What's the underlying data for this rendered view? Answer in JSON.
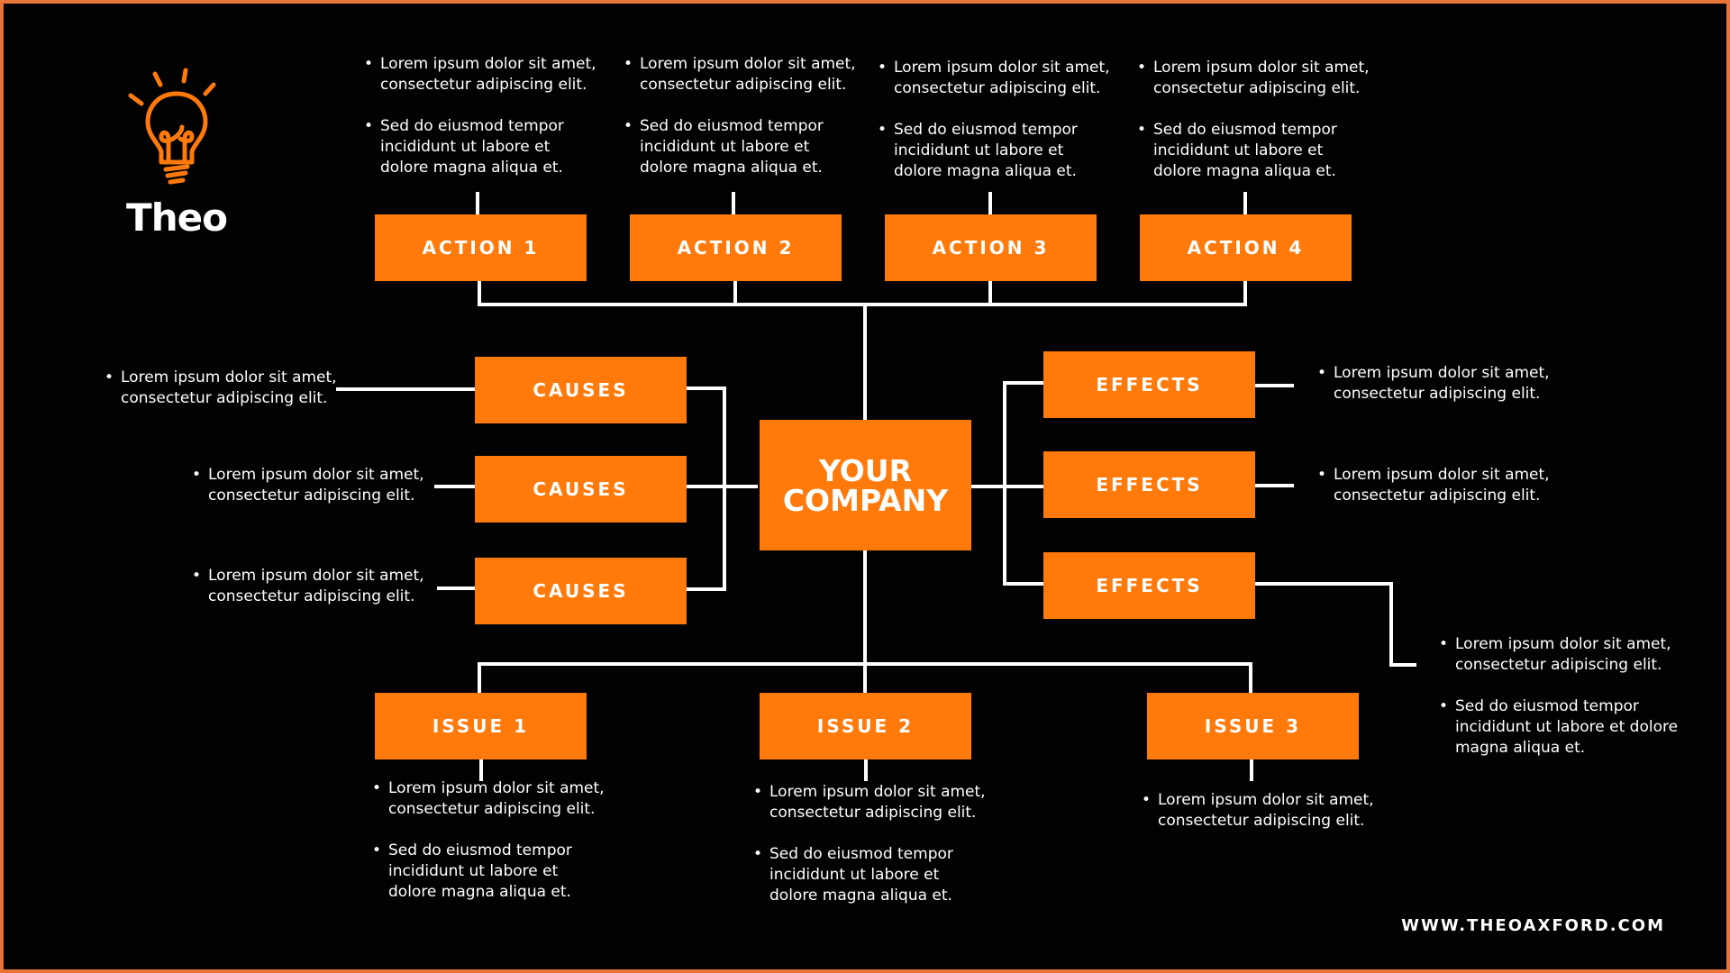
{
  "brand": {
    "name": "Theo",
    "website": "WWW.THEOAXFORD.COM",
    "accent": "#ff7a0a",
    "frame": "#e8743a",
    "background": "#020202",
    "logo_icon": "lightbulb-icon"
  },
  "center": {
    "line1": "YOUR",
    "line2": "COMPANY"
  },
  "actions": [
    {
      "label": "ACTION 1",
      "notes": [
        "Lorem ipsum dolor sit amet, consectetur adipiscing elit.",
        "Sed do eiusmod tempor incididunt ut labore et dolore magna aliqua et."
      ]
    },
    {
      "label": "ACTION 2",
      "notes": [
        "Lorem ipsum dolor sit amet, consectetur adipiscing elit.",
        "Sed do eiusmod tempor incididunt ut labore et dolore magna aliqua et."
      ]
    },
    {
      "label": "ACTION 3",
      "notes": [
        "Lorem ipsum dolor sit amet, consectetur adipiscing elit.",
        "Sed do eiusmod tempor incididunt ut labore et dolore magna aliqua et."
      ]
    },
    {
      "label": "ACTION 4",
      "notes": [
        "Lorem ipsum dolor sit amet, consectetur adipiscing elit.",
        "Sed do eiusmod tempor incididunt ut labore et dolore magna aliqua et."
      ]
    }
  ],
  "causes": [
    {
      "label": "CAUSES",
      "notes": [
        "Lorem ipsum dolor sit amet, consectetur adipiscing elit."
      ]
    },
    {
      "label": "CAUSES",
      "notes": [
        "Lorem ipsum dolor sit amet, consectetur adipiscing elit."
      ]
    },
    {
      "label": "CAUSES",
      "notes": [
        "Lorem ipsum dolor sit amet, consectetur adipiscing elit."
      ]
    }
  ],
  "effects": [
    {
      "label": "EFFECTS",
      "notes": [
        "Lorem ipsum dolor sit amet, consectetur adipiscing elit."
      ]
    },
    {
      "label": "EFFECTS",
      "notes": [
        "Lorem ipsum dolor sit amet, consectetur adipiscing elit."
      ]
    },
    {
      "label": "EFFECTS",
      "notes": [
        "Lorem ipsum dolor sit amet, consectetur adipiscing elit.",
        "Sed do eiusmod tempor incididunt ut labore et dolore magna aliqua et."
      ]
    }
  ],
  "issues": [
    {
      "label": "ISSUE 1",
      "notes": [
        "Lorem ipsum dolor sit amet, consectetur adipiscing elit.",
        "Sed do eiusmod tempor incididunt ut labore et dolore magna aliqua et."
      ]
    },
    {
      "label": "ISSUE 2",
      "notes": [
        "Lorem ipsum dolor sit amet, consectetur adipiscing elit.",
        "Sed do eiusmod tempor incididunt ut labore et dolore magna aliqua et."
      ]
    },
    {
      "label": "ISSUE 3",
      "notes": [
        "Lorem ipsum dolor sit amet, consectetur adipiscing elit."
      ]
    }
  ]
}
